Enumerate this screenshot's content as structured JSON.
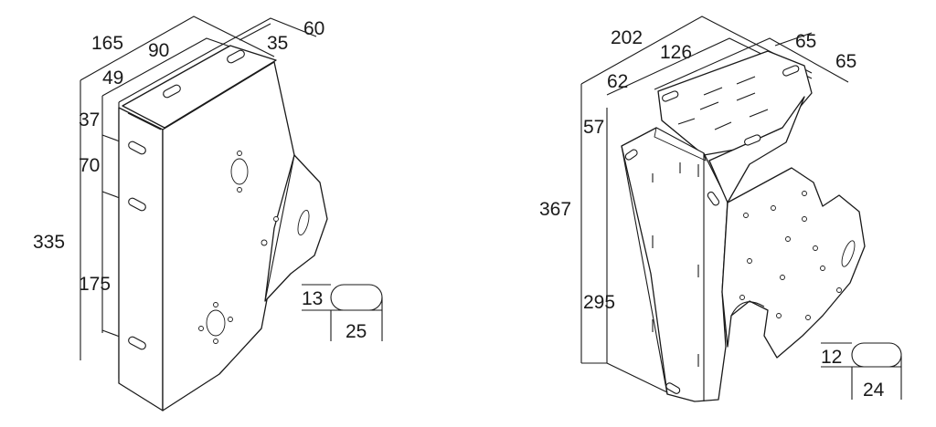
{
  "left_bracket": {
    "dims": {
      "width_165": "165",
      "width_90": "90",
      "width_60": "60",
      "width_49": "49",
      "width_35": "35",
      "height_37": "37",
      "height_70": "70",
      "height_335": "335",
      "height_175": "175"
    },
    "slot_detail": {
      "height": "13",
      "length": "25"
    }
  },
  "right_bracket": {
    "dims": {
      "width_202": "202",
      "width_126": "126",
      "width_65a": "65",
      "width_65b": "65",
      "width_62": "62",
      "height_57": "57",
      "height_367": "367",
      "height_295": "295"
    },
    "slot_detail": {
      "height": "12",
      "length": "24"
    }
  }
}
